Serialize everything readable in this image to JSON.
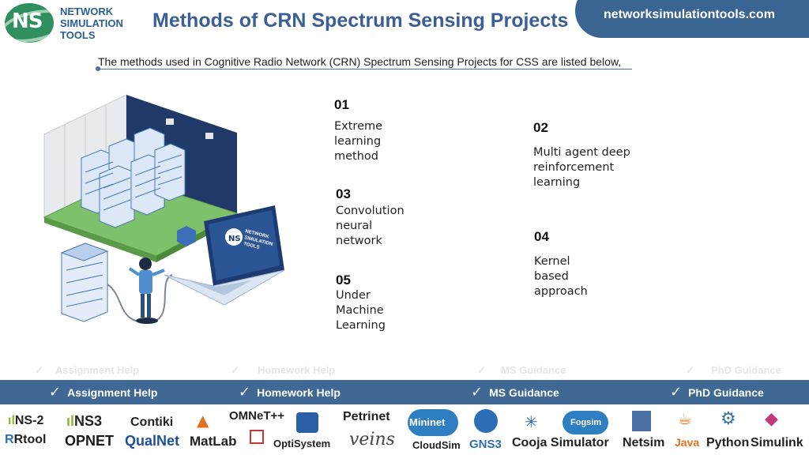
{
  "header": {
    "logo_abbr": "NS",
    "logo_lines": [
      "NETWORK",
      "SIMULATION",
      "TOOLS"
    ],
    "title": "Methods of CRN Spectrum Sensing Projects",
    "site": "networksimulationtools.com"
  },
  "intro": "The methods  used in Cognitive Radio Network (CRN) Spectrum Sensing Projects for CSS are listed below,",
  "illustration": {
    "laptop_logo_abbr": "NS",
    "laptop_logo_lines": [
      "NETWORK",
      "SIMULATION",
      "TOOLS"
    ]
  },
  "methods": [
    {
      "num": "01",
      "text": "Extreme\nlearning\nmethod"
    },
    {
      "num": "02",
      "text": "Multi agent deep\nreinforcement\nlearning"
    },
    {
      "num": "03",
      "text": "Convolution\nneural\nnetwork"
    },
    {
      "num": "04",
      "text": "Kernel\nbased\napproach"
    },
    {
      "num": "05",
      "text": "Under\nMachine\nLearning"
    }
  ],
  "footer": {
    "items": [
      "Assignment Help",
      "Homework Help",
      "MS  Guidance",
      "PhD  Guidance"
    ],
    "tools": [
      "NS-2",
      "NS3",
      "Contiki",
      "OMNeT++",
      "Petrinet",
      "Rtool",
      "OPNET",
      "QualNet",
      "MatLab",
      "OptiSystem",
      "veins",
      "CloudSim",
      "Mininet",
      "GNS3",
      "Cooja Simulator",
      "Fogsim",
      "Netsim",
      "Java",
      "Python",
      "Simulink"
    ]
  },
  "colors": {
    "accent": "#3f6894",
    "title": "#3b5f94",
    "logo_green": "#2f8f5e"
  }
}
